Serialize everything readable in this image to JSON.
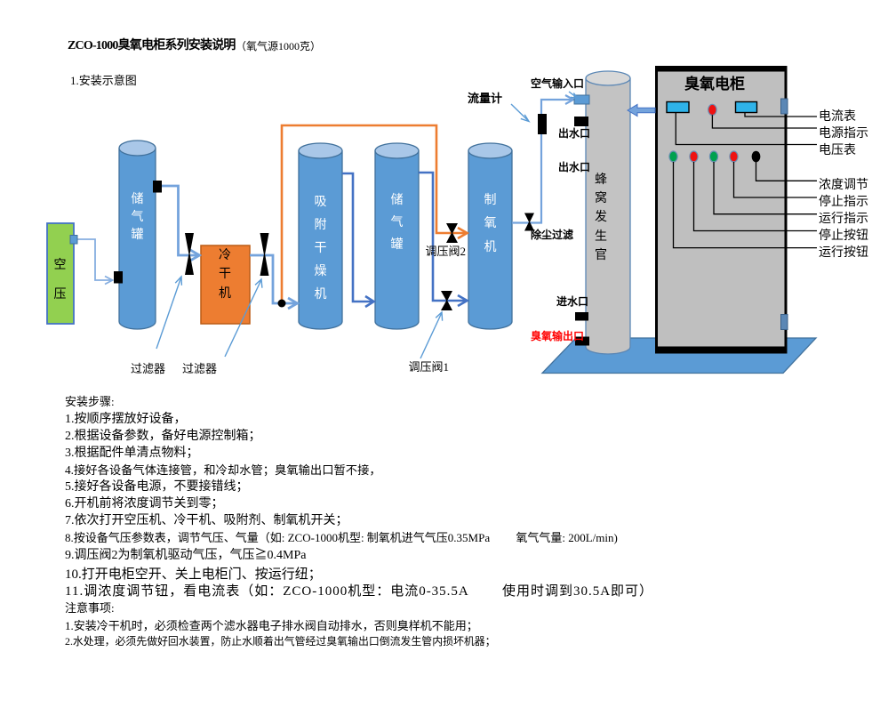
{
  "title": {
    "main": "ZCO-1000臭氧电柜系列安装说明",
    "suffix": "（氧气源1000克）"
  },
  "section_label": "1.安装示意图",
  "diagram": {
    "air_compressor": "空压",
    "storage_tank_1": "储气罐",
    "cold_dryer": "冷干机",
    "adsorption_dryer": "吸附干燥机",
    "storage_tank_2": "储气罐",
    "oxygen_generator": "制氧机",
    "honeycomb_generator": "蜂窝发生官",
    "cabinet": {
      "title": "臭氧电柜",
      "panel_labels": [
        "电流表",
        "电源指示",
        "电压表",
        "浓度调节",
        "停止指示",
        "运行指示",
        "停止按钮",
        "运行按钮"
      ]
    },
    "annotations": {
      "filter_left": "过滤器",
      "filter_right": "过滤器",
      "regulator_valve_2": "调压阀2",
      "regulator_valve_1": "调压阀1",
      "flow_meter": "流量计",
      "air_inlet": "空气输入口",
      "water_outlet_1": "出水口",
      "water_outlet_2": "出水口",
      "dust_filter": "除尘过滤",
      "water_inlet": "进水口",
      "ozone_outlet": "臭氧输出口"
    },
    "colors": {
      "tank_blue": "#5B9BD5",
      "tank_top_blue": "#A9C7E8",
      "tank_border": "#41719C",
      "compressor_green": "#92D050",
      "dryer_orange": "#ED7D31",
      "generator_gray": "#C3C3C3",
      "cabinet_gray": "#BFBFBF",
      "meter_cyan": "#2FB3E9",
      "lamp_red": "#EE1111",
      "lamp_green": "#00A14F",
      "platform_blue": "#5B9BD5",
      "line_light_blue": "#74A3DC",
      "line_royal_blue": "#4472C4",
      "line_orange": "#ED7D31",
      "ozone_outlet_red": "#FF0000"
    }
  },
  "instructions": {
    "heading": "安装步骤:",
    "steps": [
      "1.按顺序摆放好设备，",
      "2.根据设备参数，备好电源控制箱；",
      "3.根据配件单清点物料；",
      "4.接好各设备气体连接管，和冷却水管；臭氧输出口暂不接，",
      "5.接好各设备电源，不要接错线；",
      "6.开机前将浓度调节关到零；",
      "7.依次打开空压机、冷干机、吸附剂、制氧机开关；",
      "8.按设备气压参数表，调节气压、气量（如: ZCO-1000机型: 制氧机进气气压0.35MPa         氧气气量: 200L/min)",
      "9.调压阀2为制氧机驱动气压，气压≧0.4MPa",
      "10.打开电柜空开、关上电柜门、按运行纽；",
      "11.调浓度调节钮，看电流表（如：ZCO-1000机型：电流0-35.5A        使用时调到30.5A即可）"
    ],
    "notes_heading": "注意事项:",
    "notes": [
      "1.安装冷干机时，必须检查两个滤水器电子排水阀自动排水，否则臭样机不能用；",
      "2.水处理，必须先做好回水装置，防止水顺着出气管经过臭氧输出口倒流发生管内损坏机器；"
    ]
  }
}
